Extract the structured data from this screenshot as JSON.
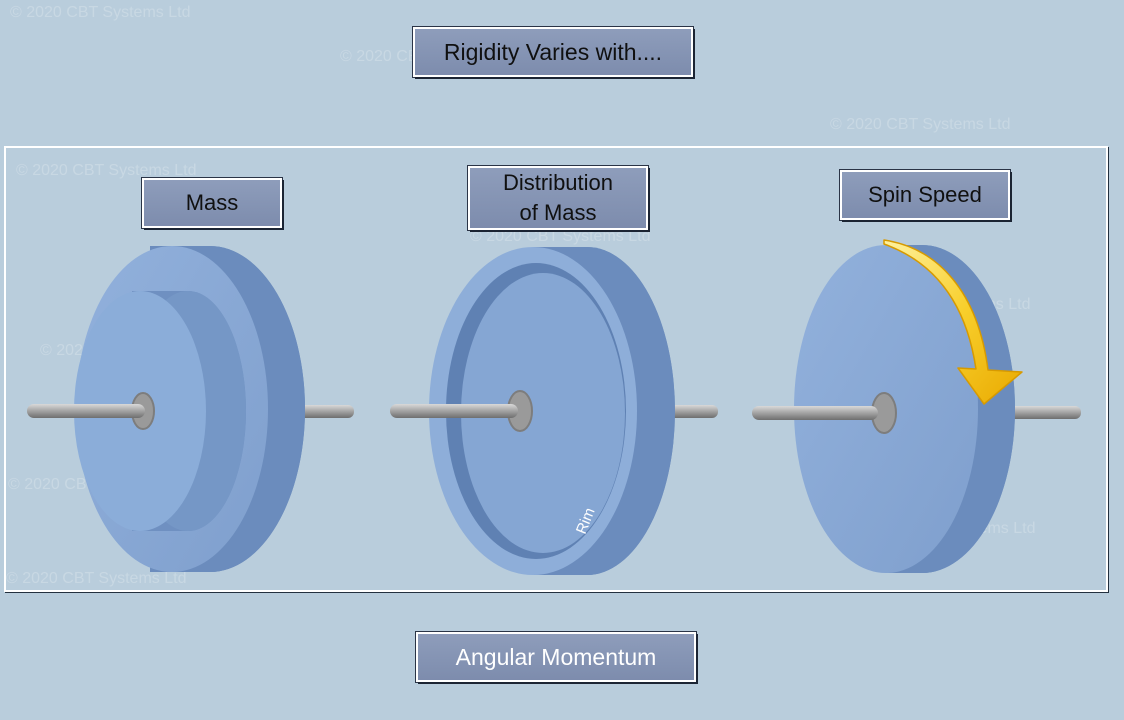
{
  "title": "Rigidity Varies with....",
  "footer": "Angular Momentum",
  "factors": {
    "mass": "Mass",
    "distribution_line1": "Distribution",
    "distribution_line2": "of Mass",
    "spin_speed": "Spin Speed"
  },
  "rim_label": "Rim",
  "watermark": "© 2020 CBT Systems Ltd",
  "colors": {
    "background": "#b9cddc",
    "wheel_face": "#87a8d4",
    "wheel_side": "#6b8cbd",
    "arrow": "#f6c21c"
  }
}
